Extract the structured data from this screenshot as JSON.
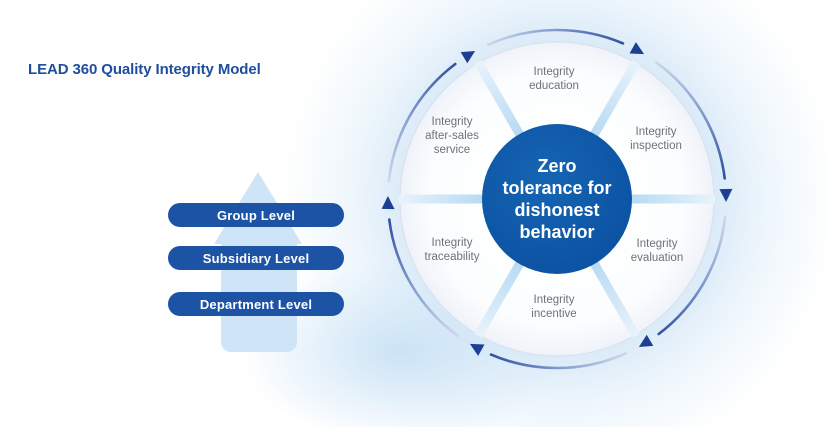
{
  "title": "LEAD 360 Quality Integrity Model",
  "levels": [
    {
      "label": "Group Level"
    },
    {
      "label": "Subsidiary Level"
    },
    {
      "label": "Department Level"
    }
  ],
  "wheel": {
    "center_label": "Zero\ntolerance for\ndishonest\nbehavior",
    "flow_direction": "clockwise",
    "segments": [
      {
        "label": "Integrity\neducation"
      },
      {
        "label": "Integrity\ninspection"
      },
      {
        "label": "Integrity\nevaluation"
      },
      {
        "label": "Integrity\nincentive"
      },
      {
        "label": "Integrity\ntraceability"
      },
      {
        "label": "Integrity\nafter-sales\nservice"
      }
    ]
  },
  "colors": {
    "title_blue": "#1e4e9d",
    "pill_blue": "#1c53a4",
    "center_circle_blue": "#0d55a4",
    "cycle_arrow_navy": "#1d3f93",
    "divider_light_blue": "#a9d4f1",
    "up_arrow_light_blue": "#cfe4f6",
    "label_gray": "#6e7276"
  }
}
